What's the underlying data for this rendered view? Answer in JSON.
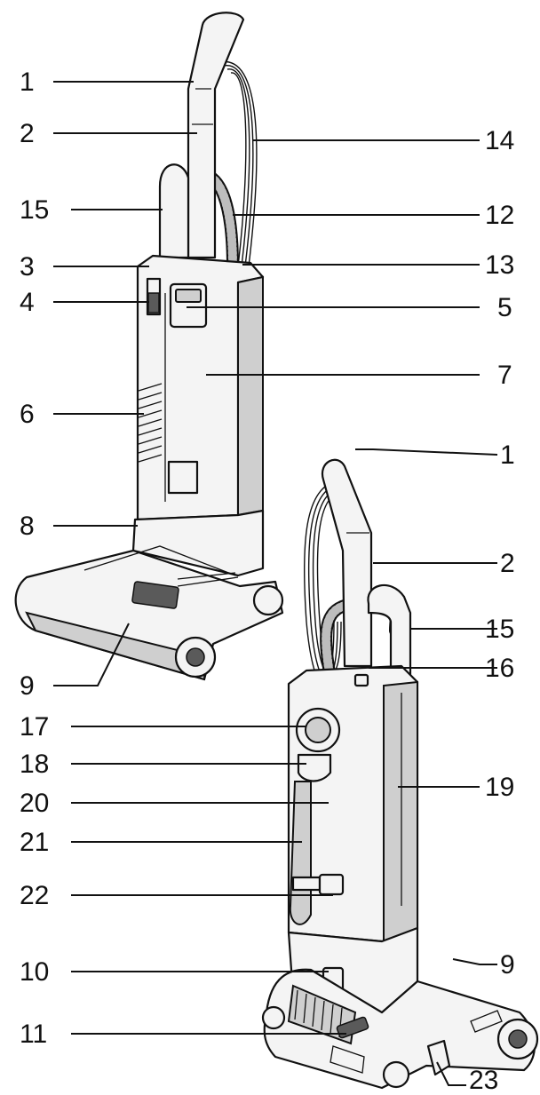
{
  "callouts_first_view": [
    "1",
    "2",
    "14",
    "15",
    "12",
    "3",
    "13",
    "4",
    "5",
    "7",
    "6",
    "8",
    "9"
  ],
  "callouts_second_view": [
    "1",
    "2",
    "15",
    "16",
    "17",
    "18",
    "19",
    "20",
    "21",
    "22",
    "10",
    "9",
    "11",
    "23"
  ]
}
